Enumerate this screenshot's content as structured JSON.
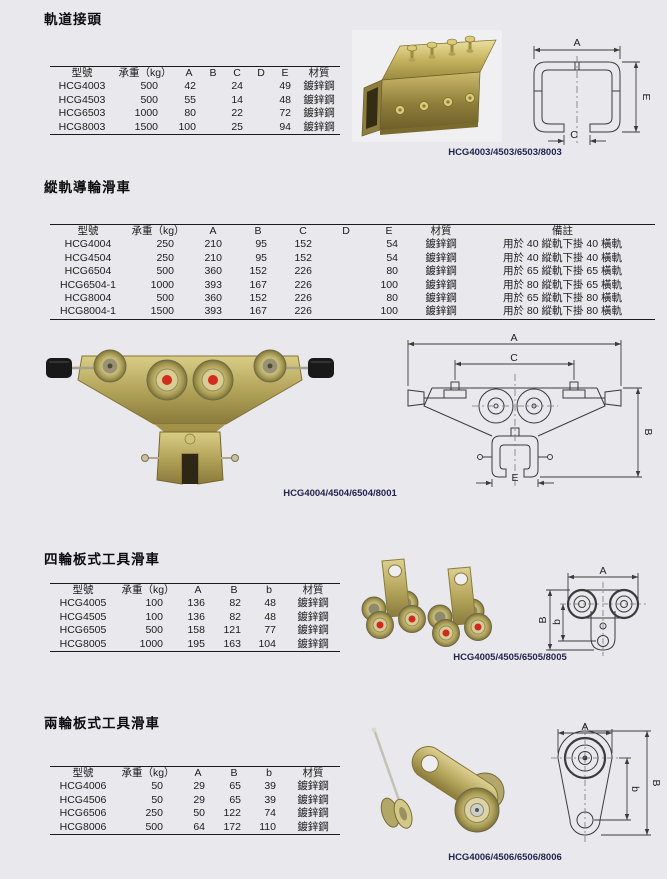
{
  "sections": [
    {
      "title": "軌道接頭",
      "caption": "HCG4003/4503/6503/8003",
      "table": {
        "headers": [
          "型號",
          "承重（kg）",
          "A",
          "B",
          "C",
          "D",
          "E",
          "材質"
        ],
        "rows": [
          [
            "HCG4003",
            "500",
            "42",
            "",
            "24",
            "",
            "49",
            "鍍鋅鋼"
          ],
          [
            "HCG4503",
            "500",
            "55",
            "",
            "14",
            "",
            "48",
            "鍍鋅鋼"
          ],
          [
            "HCG6503",
            "1000",
            "80",
            "",
            "22",
            "",
            "72",
            "鍍鋅鋼"
          ],
          [
            "HCG8003",
            "1500",
            "100",
            "",
            "25",
            "",
            "94",
            "鍍鋅鋼"
          ]
        ]
      },
      "diagram_labels": [
        "A",
        "E",
        "C"
      ]
    },
    {
      "title": "縱軌導輪滑車",
      "caption": "HCG4004/4504/6504/8001",
      "table": {
        "headers": [
          "型號",
          "承重（kg）",
          "A",
          "B",
          "C",
          "D",
          "E",
          "材質",
          "備註"
        ],
        "rows": [
          [
            "HCG4004",
            "250",
            "210",
            "95",
            "152",
            "",
            "54",
            "鍍鋅鋼",
            "用於 40 縱軌下掛 40 橫軌"
          ],
          [
            "HCG4504",
            "250",
            "210",
            "95",
            "152",
            "",
            "54",
            "鍍鋅鋼",
            "用於 40 縱軌下掛 40 橫軌"
          ],
          [
            "HCG6504",
            "500",
            "360",
            "152",
            "226",
            "",
            "80",
            "鍍鋅鋼",
            "用於 65 縱軌下掛 65 橫軌"
          ],
          [
            "HCG6504-1",
            "1000",
            "393",
            "167",
            "226",
            "",
            "100",
            "鍍鋅鋼",
            "用於 80 縱軌下掛 65 橫軌"
          ],
          [
            "HCG8004",
            "500",
            "360",
            "152",
            "226",
            "",
            "80",
            "鍍鋅鋼",
            "用於 65 縱軌下掛 80 橫軌"
          ],
          [
            "HCG8004-1",
            "1500",
            "393",
            "167",
            "226",
            "",
            "100",
            "鍍鋅鋼",
            "用於 80 縱軌下掛 80 橫軌"
          ]
        ]
      },
      "diagram_labels": [
        "A",
        "C",
        "B",
        "E"
      ]
    },
    {
      "title": "四輪板式工具滑車",
      "caption": "HCG4005/4505/6505/8005",
      "table": {
        "headers": [
          "型號",
          "承重（kg）",
          "A",
          "B",
          "b",
          "材質"
        ],
        "rows": [
          [
            "HCG4005",
            "100",
            "136",
            "82",
            "48",
            "鍍鋅鋼"
          ],
          [
            "HCG4505",
            "100",
            "136",
            "82",
            "48",
            "鍍鋅鋼"
          ],
          [
            "HCG6505",
            "500",
            "158",
            "121",
            "77",
            "鍍鋅鋼"
          ],
          [
            "HCG8005",
            "1000",
            "195",
            "163",
            "104",
            "鍍鋅鋼"
          ]
        ]
      },
      "diagram_labels": [
        "A",
        "B",
        "b"
      ]
    },
    {
      "title": "兩輪板式工具滑車",
      "caption": "HCG4006/4506/6506/8006",
      "table": {
        "headers": [
          "型號",
          "承重（kg）",
          "A",
          "B",
          "b",
          "材質"
        ],
        "rows": [
          [
            "HCG4006",
            "50",
            "29",
            "65",
            "39",
            "鍍鋅鋼"
          ],
          [
            "HCG4506",
            "50",
            "29",
            "65",
            "39",
            "鍍鋅鋼"
          ],
          [
            "HCG6506",
            "250",
            "50",
            "122",
            "74",
            "鍍鋅鋼"
          ],
          [
            "HCG8006",
            "500",
            "64",
            "172",
            "110",
            "鍍鋅鋼"
          ]
        ]
      },
      "diagram_labels": [
        "A",
        "b",
        "B"
      ]
    }
  ]
}
